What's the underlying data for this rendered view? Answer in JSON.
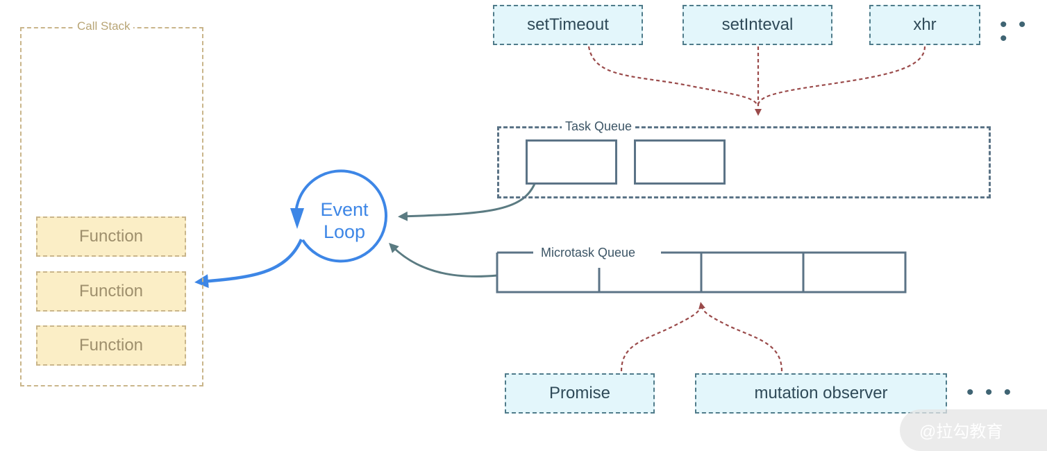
{
  "call_stack": {
    "title": "Call Stack",
    "functions": [
      "Function",
      "Function",
      "Function"
    ]
  },
  "event_loop": {
    "line1": "Event",
    "line2": "Loop"
  },
  "web_apis": [
    "setTimeout",
    "setInteval",
    "xhr"
  ],
  "web_apis_more": "• • •",
  "task_queue": {
    "title": "Task Queue"
  },
  "microtask_queue": {
    "title": "Microtask Queue"
  },
  "microtask_sources": [
    "Promise",
    "mutation observer"
  ],
  "microtask_sources_more": "• • •",
  "watermark": "@拉勾教育",
  "colors": {
    "call_stack_border": "#c9b58a",
    "function_fill": "#fbeec6",
    "api_fill": "#e3f6fb",
    "api_border": "#4f7b8a",
    "queue_border": "#5b7386",
    "event_loop": "#3d86e6",
    "dashed_arrow": "#9a4a4a"
  }
}
